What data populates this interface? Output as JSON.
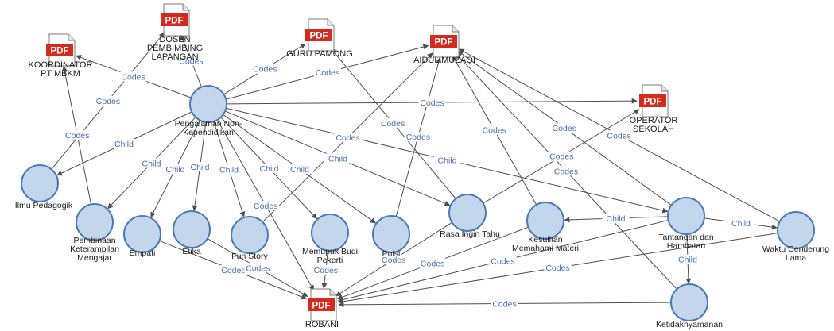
{
  "colors": {
    "node_fill": "#c4d6ec",
    "node_stroke": "#4a7bb8",
    "edge": "#4d4d4d",
    "edge_label": "#4a6fb5",
    "pdf_red": "#d62a1f"
  },
  "icon_names": [
    "pdf-document-icon",
    "code-node-circle"
  ],
  "pdf_badge": "PDF",
  "documents": [
    {
      "id": "koordinator",
      "lines": [
        "KOORDINATOR",
        "PT MBKM"
      ]
    },
    {
      "id": "dosen",
      "lines": [
        "DOSEN",
        "PEMBIMBING",
        "LAPANGAN"
      ]
    },
    {
      "id": "guru",
      "lines": [
        "GURU PAMONG"
      ]
    },
    {
      "id": "aidul",
      "lines": [
        "AIDUL MUZAQI"
      ]
    },
    {
      "id": "operator",
      "lines": [
        "OPERATOR",
        "SEKOLAH"
      ]
    },
    {
      "id": "robani",
      "lines": [
        "ROBANI"
      ]
    }
  ],
  "nodes": [
    {
      "id": "pengalaman",
      "lines": [
        "Pengalaman Non-",
        "Kependidikan"
      ]
    },
    {
      "id": "ilmu",
      "lines": [
        "Ilmu Pedagogik"
      ]
    },
    {
      "id": "pembinaan",
      "lines": [
        "Pembinaan",
        "Keterampilan",
        "Mengajar"
      ]
    },
    {
      "id": "empati",
      "lines": [
        "Empati"
      ]
    },
    {
      "id": "etika",
      "lines": [
        "Etika"
      ]
    },
    {
      "id": "funstory",
      "lines": [
        "Fun Story"
      ]
    },
    {
      "id": "memupuk",
      "lines": [
        "Memupuk Budi",
        "Pekerti"
      ]
    },
    {
      "id": "puisi",
      "lines": [
        "Puisi"
      ]
    },
    {
      "id": "rasa",
      "lines": [
        "Rasa Ingin Tahu"
      ]
    },
    {
      "id": "kesulitan",
      "lines": [
        "Kesulitan",
        "Memahami Materi"
      ]
    },
    {
      "id": "tantangan",
      "lines": [
        "Tantangan dan",
        "Hambatan"
      ]
    },
    {
      "id": "waktu",
      "lines": [
        "Waktu Cenderung",
        "Lama"
      ]
    },
    {
      "id": "ketidak",
      "lines": [
        "Ketidaknyamanan"
      ]
    }
  ],
  "edges": [
    {
      "from": "pengalaman",
      "to": "koordinator",
      "label": "Codes"
    },
    {
      "from": "pengalaman",
      "to": "dosen",
      "label": "Codes"
    },
    {
      "from": "pengalaman",
      "to": "guru",
      "label": "Codes"
    },
    {
      "from": "pengalaman",
      "to": "aidul",
      "label": "Codes"
    },
    {
      "from": "pengalaman",
      "to": "operator",
      "label": "Codes"
    },
    {
      "from": "pengalaman",
      "to": "ilmu",
      "label": "Child"
    },
    {
      "from": "pengalaman",
      "to": "pembinaan",
      "label": "Child"
    },
    {
      "from": "pengalaman",
      "to": "empati",
      "label": "Child"
    },
    {
      "from": "pengalaman",
      "to": "etika",
      "label": "Child"
    },
    {
      "from": "pengalaman",
      "to": "funstory",
      "label": "Child"
    },
    {
      "from": "pengalaman",
      "to": "memupuk",
      "label": "Child"
    },
    {
      "from": "pengalaman",
      "to": "puisi",
      "label": "Child"
    },
    {
      "from": "pengalaman",
      "to": "rasa",
      "label": "Child"
    },
    {
      "from": "pengalaman",
      "to": "tantangan",
      "label": "Child"
    },
    {
      "from": "pengalaman",
      "to": "robani",
      "label": "Codes"
    },
    {
      "from": "ilmu",
      "to": "dosen",
      "label": "Codes"
    },
    {
      "from": "pembinaan",
      "to": "koordinator",
      "label": "Codes"
    },
    {
      "from": "empati",
      "to": "robani",
      "label": "Codes"
    },
    {
      "from": "etika",
      "to": "robani",
      "label": "Codes"
    },
    {
      "from": "memupuk",
      "to": "robani",
      "label": "Codes"
    },
    {
      "from": "funstory",
      "to": "aidul",
      "label": "Codes"
    },
    {
      "from": "puisi",
      "to": "aidul",
      "label": "Codes"
    },
    {
      "from": "rasa",
      "to": "guru",
      "label": "Codes"
    },
    {
      "from": "rasa",
      "to": "operator",
      "label": "Codes"
    },
    {
      "from": "rasa",
      "to": "robani",
      "label": "Codes"
    },
    {
      "from": "kesulitan",
      "to": "aidul",
      "label": "Codes"
    },
    {
      "from": "kesulitan",
      "to": "robani",
      "label": "Codes"
    },
    {
      "from": "tantangan",
      "to": "kesulitan",
      "label": "Child"
    },
    {
      "from": "tantangan",
      "to": "waktu",
      "label": "Child"
    },
    {
      "from": "tantangan",
      "to": "ketidak",
      "label": "Child"
    },
    {
      "from": "tantangan",
      "to": "aidul",
      "label": "Codes"
    },
    {
      "from": "tantangan",
      "to": "robani",
      "label": "Codes"
    },
    {
      "from": "waktu",
      "to": "aidul",
      "label": "Codes"
    },
    {
      "from": "waktu",
      "to": "robani",
      "label": "Codes"
    },
    {
      "from": "ketidak",
      "to": "aidul",
      "label": "Codes"
    },
    {
      "from": "ketidak",
      "to": "robani",
      "label": "Codes"
    }
  ]
}
